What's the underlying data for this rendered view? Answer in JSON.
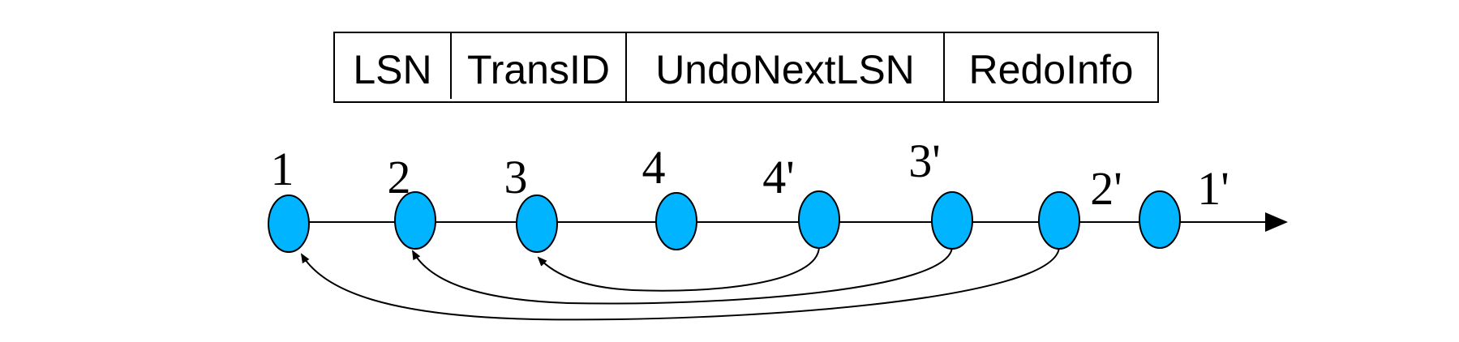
{
  "log_record_format": {
    "fields": [
      "LSN",
      "TransID",
      "UndoNextLSN",
      "RedoInfo"
    ]
  },
  "timeline": {
    "nodes": [
      {
        "label": "1"
      },
      {
        "label": "2"
      },
      {
        "label": "3"
      },
      {
        "label": "4"
      },
      {
        "label": "4'"
      },
      {
        "label": "3'"
      },
      {
        "label": "2'"
      },
      {
        "label": "1'"
      }
    ],
    "undo_links": [
      {
        "from": "4'",
        "to": "3"
      },
      {
        "from": "3'",
        "to": "2"
      },
      {
        "from": "2'",
        "to": "1"
      }
    ]
  },
  "colors": {
    "node_fill": "#00B4FF",
    "stroke": "#000000"
  }
}
